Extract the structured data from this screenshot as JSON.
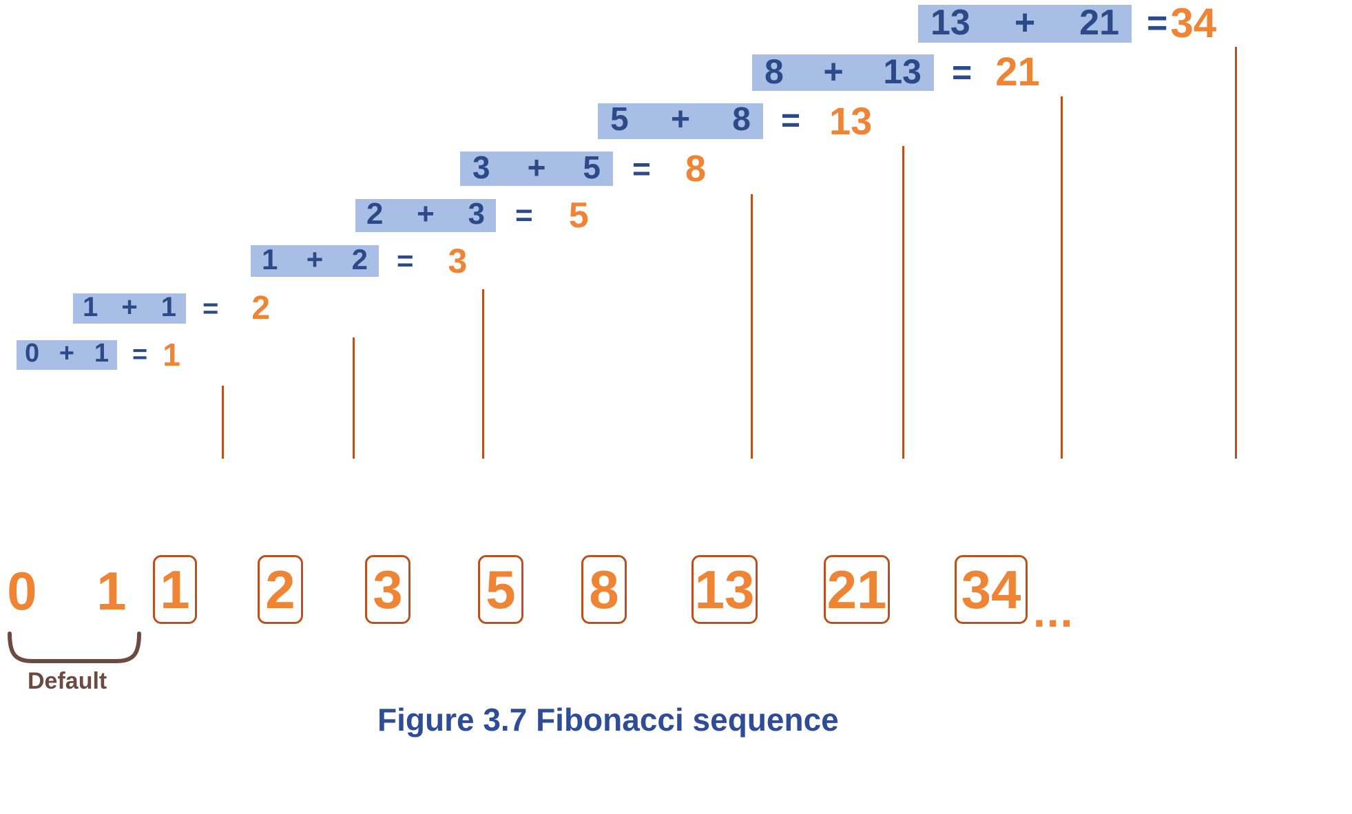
{
  "figure": {
    "caption": "Figure 3.7 Fibonacci sequence",
    "default_label": "Default",
    "ellipsis": "...",
    "equals_symbol": "=",
    "plus_symbol": "+"
  },
  "colors": {
    "highlight_bg": "#a9bee5",
    "operand_text": "#2b4a87",
    "result_text": "#ef8435",
    "connector_line": "#b8521c",
    "box_border": "#b8521c",
    "brace": "#6b4a42",
    "caption_text": "#2f4d96",
    "page_bg": "#ffffff"
  },
  "chart_data": {
    "type": "diagram",
    "title": "Figure 3.7 Fibonacci sequence",
    "sequence": [
      0,
      1,
      1,
      2,
      3,
      5,
      8,
      13,
      21,
      34
    ],
    "equations": [
      {
        "a": "0",
        "b": "1",
        "sum": "1"
      },
      {
        "a": "1",
        "b": "1",
        "sum": "2"
      },
      {
        "a": "1",
        "b": "2",
        "sum": "3"
      },
      {
        "a": "2",
        "b": "3",
        "sum": "5"
      },
      {
        "a": "3",
        "b": "5",
        "sum": "8"
      },
      {
        "a": "5",
        "b": "8",
        "sum": "13"
      },
      {
        "a": "8",
        "b": "13",
        "sum": "21"
      },
      {
        "a": "13",
        "b": "21",
        "sum": "34"
      }
    ]
  },
  "equations": [
    {
      "a": "13",
      "plus": "+",
      "b": "21",
      "eq": "=",
      "sum": "34"
    },
    {
      "a": "8",
      "plus": "+",
      "b": "13",
      "eq": "=",
      "sum": "21"
    },
    {
      "a": "5",
      "plus": "+",
      "b": "8",
      "eq": "=",
      "sum": "13"
    },
    {
      "a": "3",
      "plus": "+",
      "b": "5",
      "eq": "=",
      "sum": "8"
    },
    {
      "a": "2",
      "plus": "+",
      "b": "3",
      "eq": "=",
      "sum": "5"
    },
    {
      "a": "1",
      "plus": "+",
      "b": "2",
      "eq": "=",
      "sum": "3"
    },
    {
      "a": "1",
      "plus": "+",
      "b": "1",
      "eq": "=",
      "sum": "2"
    },
    {
      "a": "0",
      "plus": "+",
      "b": "1",
      "eq": "=",
      "sum": "1"
    }
  ],
  "sequence_row": [
    {
      "value": "0",
      "boxed": false
    },
    {
      "value": "1",
      "boxed": false
    },
    {
      "value": "1",
      "boxed": true
    },
    {
      "value": "2",
      "boxed": true
    },
    {
      "value": "3",
      "boxed": true
    },
    {
      "value": "5",
      "boxed": true
    },
    {
      "value": "8",
      "boxed": true
    },
    {
      "value": "13",
      "boxed": true
    },
    {
      "value": "21",
      "boxed": true
    },
    {
      "value": "34",
      "boxed": true
    }
  ]
}
